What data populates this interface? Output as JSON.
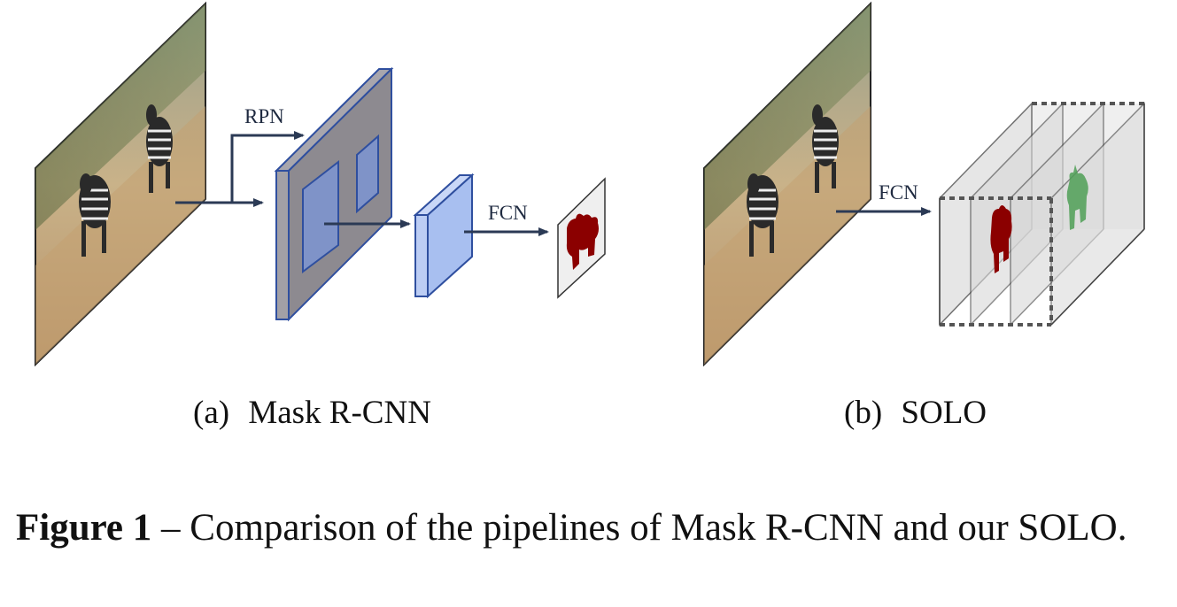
{
  "panel_a": {
    "caption_label": "(a)",
    "caption_title": "Mask R-CNN",
    "rpn_label": "RPN",
    "fcn_label": "FCN"
  },
  "panel_b": {
    "caption_label": "(b)",
    "caption_title": "SOLO",
    "fcn_label": "FCN"
  },
  "figure_caption": {
    "label": "Figure 1",
    "text": " – Comparison of the pipelines of Mask R-CNN and our SOLO."
  },
  "colors": {
    "arrow": "#2b3a55",
    "feature_map_fill": "#8d8a90",
    "feature_map_border": "#2f4f9f",
    "roi_box_fill": "#7f93c8",
    "small_block_fill": "#a8bff0",
    "mask_red": "#8b0000",
    "mask_green": "#4f9f56",
    "grid_frame": "#555555"
  },
  "icons": {
    "input_image": "zebra-photo",
    "instance_mask_red": "animal-mask-silhouette",
    "instance_mask_green": "animal-mask-silhouette"
  }
}
